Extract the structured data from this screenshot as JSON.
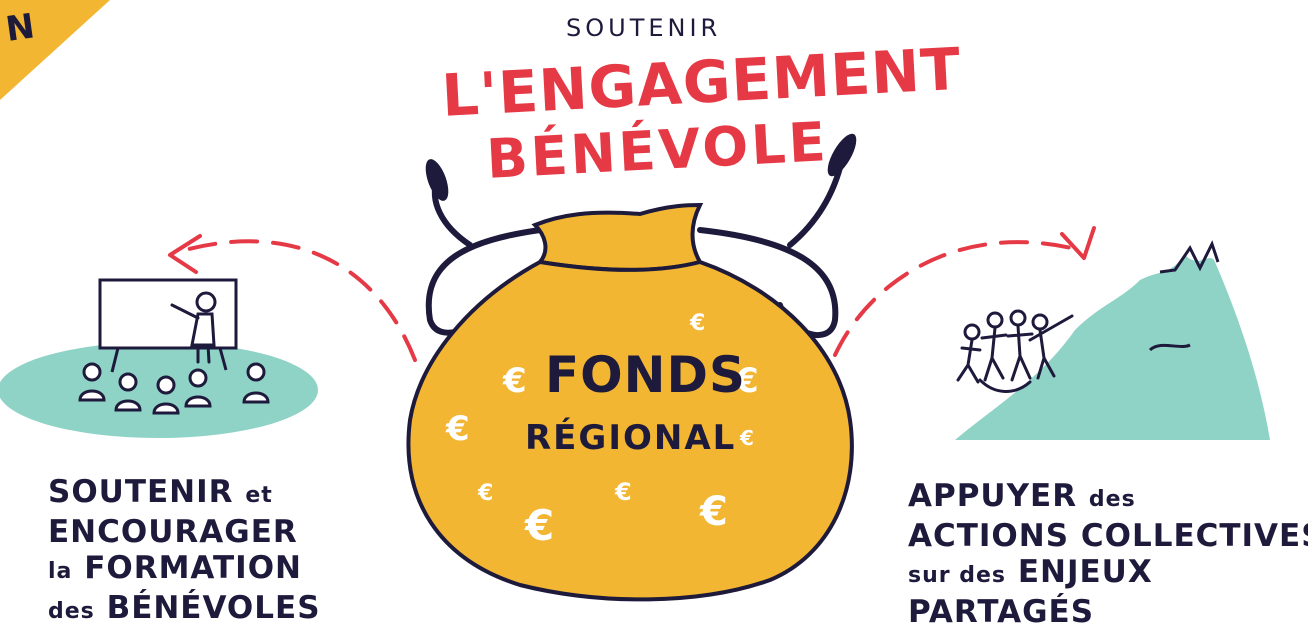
{
  "corner_text": "N",
  "title": {
    "top": "SOUTENIR",
    "main": "L'ENGAGEMENT",
    "sub": "BÉNÉVOLE"
  },
  "fund": {
    "line1": "FONDS",
    "line2": "RÉGIONAL"
  },
  "left_caption": {
    "line1_strong": "SOUTENIR",
    "line1_small": "et",
    "line2": "ENCOURAGER",
    "line3_small": "la",
    "line3_strong": "FORMATION",
    "line4_small": "des",
    "line4_strong": "BÉNÉVOLES"
  },
  "right_caption": {
    "line1_strong": "APPUYER",
    "line1_small": "des",
    "line2": "ACTIONS COLLECTIVES",
    "line3_small": "sur des",
    "line3_strong": "ENJEUX",
    "line4": "PARTAGÉS"
  },
  "colors": {
    "red": "#e63946",
    "navy": "#1e1a3c",
    "gold": "#f2b632",
    "teal": "#8fd3c6"
  }
}
